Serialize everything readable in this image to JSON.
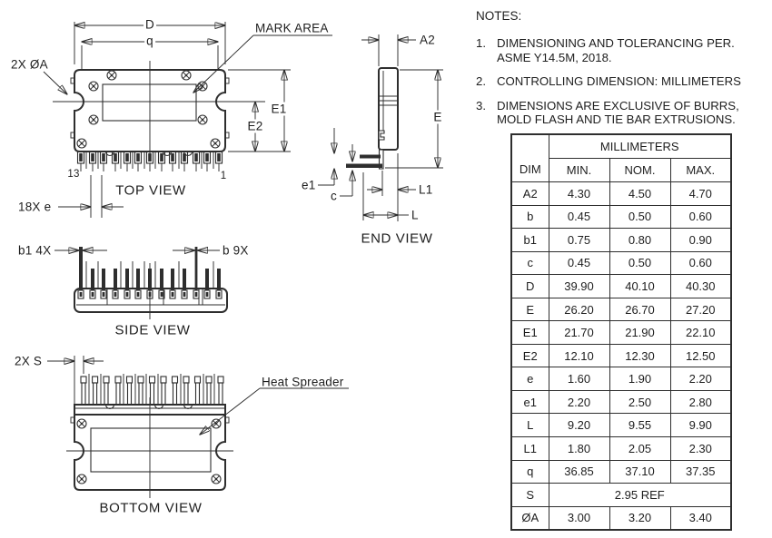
{
  "drawing": {
    "top_view": {
      "title": "TOP VIEW",
      "labels": {
        "d": "D",
        "q": "q",
        "mark_area": "MARK AREA",
        "hole": "2X ØA",
        "e1": "E1",
        "e2": "E2",
        "pin_left": "13",
        "pin_right": "1",
        "pitch": "18X e"
      }
    },
    "end_view": {
      "title": "END VIEW",
      "labels": {
        "a2": "A2",
        "e": "E",
        "e1": "e1",
        "c": "c",
        "l1": "L1",
        "l": "L"
      }
    },
    "side_view": {
      "title": "SIDE VIEW",
      "labels": {
        "b1": "b1 4X",
        "b": "b 9X"
      }
    },
    "bottom_view": {
      "title": "BOTTOM VIEW",
      "labels": {
        "s": "2X S",
        "heat_spreader": "Heat Spreader"
      }
    }
  },
  "notes": {
    "title": "NOTES:",
    "items": [
      {
        "num": "1.",
        "lines": [
          "DIMENSIONING AND TOLERANCING PER.",
          "ASME Y14.5M, 2018."
        ]
      },
      {
        "num": "2.",
        "lines": [
          "CONTROLLING DIMENSION: MILLIMETERS"
        ]
      },
      {
        "num": "3.",
        "lines": [
          "DIMENSIONS ARE EXCLUSIVE OF BURRS,",
          "MOLD FLASH AND TIE BAR EXTRUSIONS."
        ]
      }
    ]
  },
  "table": {
    "unit_header": "MILLIMETERS",
    "dim_header": "DIM",
    "columns": [
      "MIN.",
      "NOM.",
      "MAX."
    ],
    "rows": [
      {
        "dim": "A2",
        "min": "4.30",
        "nom": "4.50",
        "max": "4.70"
      },
      {
        "dim": "b",
        "min": "0.45",
        "nom": "0.50",
        "max": "0.60"
      },
      {
        "dim": "b1",
        "min": "0.75",
        "nom": "0.80",
        "max": "0.90"
      },
      {
        "dim": "c",
        "min": "0.45",
        "nom": "0.50",
        "max": "0.60"
      },
      {
        "dim": "D",
        "min": "39.90",
        "nom": "40.10",
        "max": "40.30"
      },
      {
        "dim": "E",
        "min": "26.20",
        "nom": "26.70",
        "max": "27.20"
      },
      {
        "dim": "E1",
        "min": "21.70",
        "nom": "21.90",
        "max": "22.10"
      },
      {
        "dim": "E2",
        "min": "12.10",
        "nom": "12.30",
        "max": "12.50"
      },
      {
        "dim": "e",
        "min": "1.60",
        "nom": "1.90",
        "max": "2.20"
      },
      {
        "dim": "e1",
        "min": "2.20",
        "nom": "2.50",
        "max": "2.80"
      },
      {
        "dim": "L",
        "min": "9.20",
        "nom": "9.55",
        "max": "9.90"
      },
      {
        "dim": "L1",
        "min": "1.80",
        "nom": "2.05",
        "max": "2.30"
      },
      {
        "dim": "q",
        "min": "36.85",
        "nom": "37.10",
        "max": "37.35"
      },
      {
        "dim": "S",
        "value": "2.95 REF"
      },
      {
        "dim": "ØA",
        "min": "3.00",
        "nom": "3.20",
        "max": "3.40"
      }
    ]
  }
}
